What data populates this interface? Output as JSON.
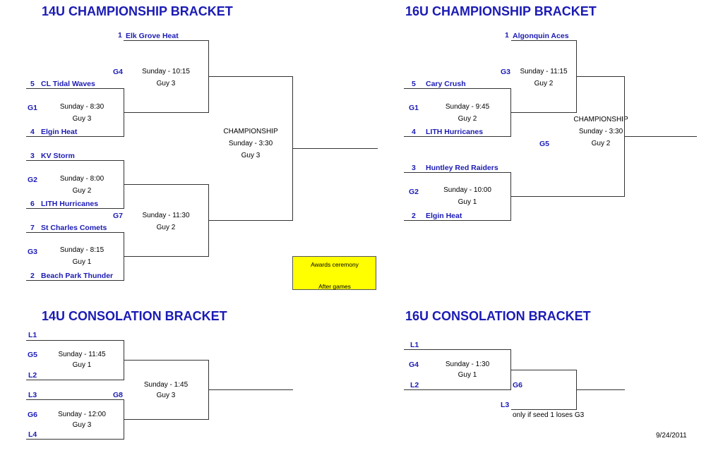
{
  "u14_championship": {
    "title": "14U CHAMPIONSHIP BRACKET",
    "seed1": "1",
    "team1": "Elk Grove Heat",
    "seed5": "5",
    "team5": "CL Tidal Waves",
    "seed4": "4",
    "team4": "Elgin Heat",
    "seed3": "3",
    "team3": "KV Storm",
    "seed6": "6",
    "team6": "LITH Hurricanes",
    "seed7": "7",
    "team7": "St Charles Comets",
    "seed2": "2",
    "team2": "Beach Park Thunder",
    "g1": {
      "label": "G1",
      "time": "Sunday - 8:30",
      "guy": "Guy 3"
    },
    "g2": {
      "label": "G2",
      "time": "Sunday - 8:00",
      "guy": "Guy 2"
    },
    "g3": {
      "label": "G3",
      "time": "Sunday - 8:15",
      "guy": "Guy 1"
    },
    "g4": {
      "label": "G4",
      "time": "Sunday - 10:15",
      "guy": "Guy 3"
    },
    "g7": {
      "label": "G7",
      "time": "Sunday - 11:30",
      "guy": "Guy 2"
    },
    "final": {
      "label": "CHAMPIONSHIP",
      "time": "Sunday - 3:30",
      "guy": "Guy 3"
    }
  },
  "awards": {
    "line1": "Awards ceremony",
    "line2": "After games"
  },
  "u16_championship": {
    "title": "16U CHAMPIONSHIP BRACKET",
    "seed1": "1",
    "team1": "Algonquin Aces",
    "seed5": "5",
    "team5": "Cary Crush",
    "seed4": "4",
    "team4": "LITH Hurricanes",
    "seed3": "3",
    "team3": "Huntley Red Raiders",
    "seed2": "2",
    "team2": "Elgin Heat",
    "g1": {
      "label": "G1",
      "time": "Sunday - 9:45",
      "guy": "Guy 2"
    },
    "g2": {
      "label": "G2",
      "time": "Sunday - 10:00",
      "guy": "Guy 1"
    },
    "g3": {
      "label": "G3",
      "time": "Sunday - 11:15",
      "guy": "Guy 2"
    },
    "g5": {
      "label": "G5"
    },
    "final": {
      "label": "CHAMPIONSHIP",
      "time": "Sunday - 3:30",
      "guy": "Guy 2"
    }
  },
  "u14_consolation": {
    "title": "14U CONSOLATION BRACKET",
    "l1": "L1",
    "l2": "L2",
    "l3": "L3",
    "l4": "L4",
    "g5": {
      "label": "G5",
      "time": "Sunday - 11:45",
      "guy": "Guy 1"
    },
    "g6": {
      "label": "G6",
      "time": "Sunday - 12:00",
      "guy": "Guy 3"
    },
    "g8": {
      "label": "G8",
      "time": "Sunday - 1:45",
      "guy": "Guy 3"
    }
  },
  "u16_consolation": {
    "title": "16U CONSOLATION BRACKET",
    "l1": "L1",
    "l2": "L2",
    "l3": "L3",
    "g4": {
      "label": "G4",
      "time": "Sunday - 1:30",
      "guy": "Guy 1"
    },
    "g6": {
      "label": "G6"
    },
    "note": "only if seed 1 loses G3"
  },
  "date": "9/24/2011"
}
